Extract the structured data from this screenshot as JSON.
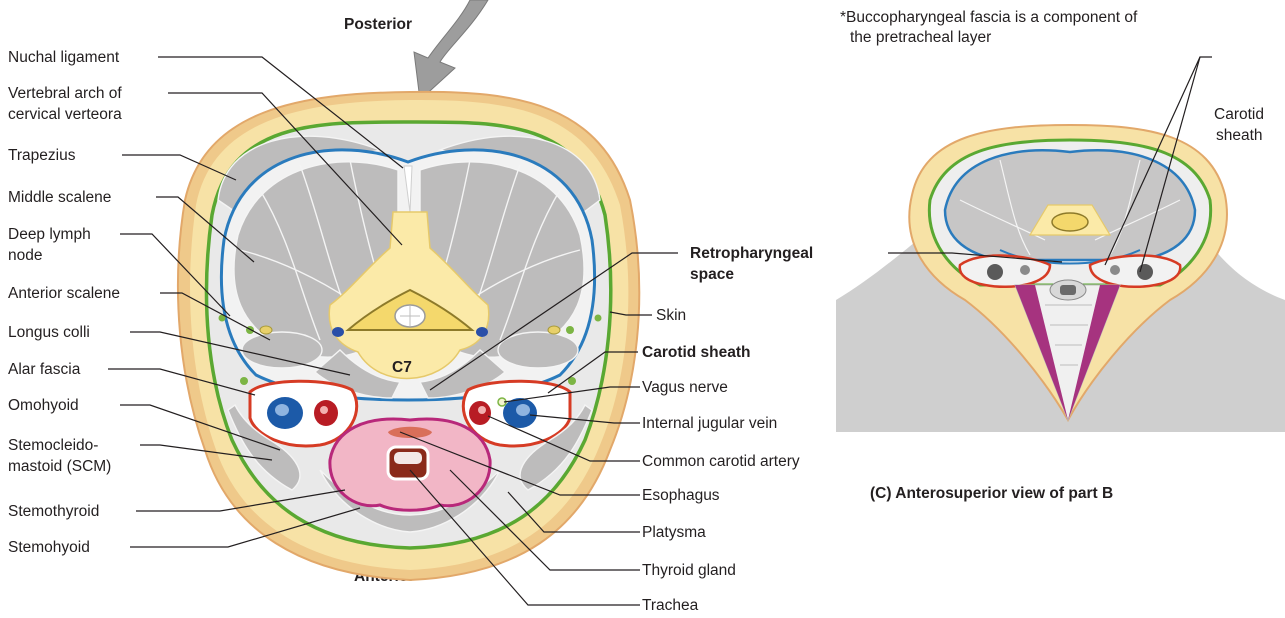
{
  "orientation": {
    "top": "Posterior",
    "bottom": "Anterior"
  },
  "footnote": {
    "line1": "*Buccopharyngeal fascia is a component of",
    "line2": "the pretracheal layer"
  },
  "vertebra_label": "C7",
  "left_labels": {
    "nuchal_ligament": "Nuchal ligament",
    "vertebral_arch": [
      "Vertebral arch of",
      "cervical verteora"
    ],
    "trapezius": "Trapezius",
    "middle_scalene": "Middle scalene",
    "deep_lymph_node": [
      "Deep lymph",
      "node"
    ],
    "anterior_scalene": "Anterior scalene",
    "longus_colli": "Longus colli",
    "alar_fascia": "Alar fascia",
    "omohyoid": "Omohyoid",
    "sternocleidomastoid": [
      "Stemocleido-",
      "mastoid (SCM)"
    ],
    "sternothyroid": "Stemothyroid",
    "sternohyoid": "Stemohyoid"
  },
  "right_labels": {
    "retropharyngeal_space": [
      "Retropharyngeal",
      "space"
    ],
    "skin": "Skin",
    "carotid_sheath": "Carotid sheath",
    "vagus_nerve": "Vagus nerve",
    "internal_jugular_vein": "Internal jugular vein",
    "common_carotid_artery": "Common carotid artery",
    "esophagus": "Esophagus",
    "platysma": "Platysma",
    "thyroid_gland": "Thyroid gland",
    "trachea": "Trachea"
  },
  "inset": {
    "carotid_sheath": [
      "Carotid",
      "sheath"
    ],
    "caption": "(C)  Anterosuperior view of part B"
  },
  "colors": {
    "skin": "#efc98a",
    "subcutaneous": "#f7e2a6",
    "investing_fascia": "#5aa832",
    "prevertebral_fascia": "#2a7bbd",
    "carotid_sheath": "#d63b24",
    "muscle": "#bdbcbc",
    "bone": "#fbeaa8",
    "thyroid": "#f2b6c6",
    "thyroid_border": "#b8287a",
    "vein": "#1c5aa8",
    "artery": "#b81c24",
    "inset_background": "#cfcfcf",
    "platysma_inset": "#a6337f"
  }
}
